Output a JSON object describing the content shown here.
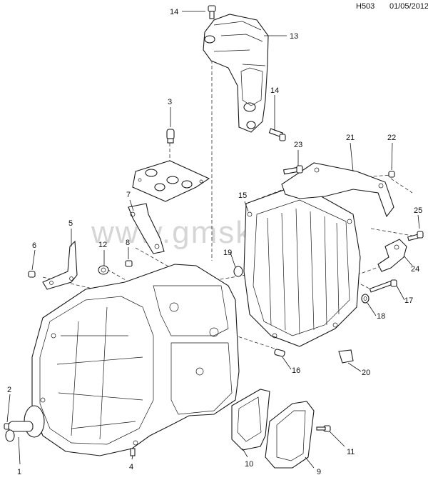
{
  "header": {
    "code": "H503",
    "date": "01/05/2012"
  },
  "watermark": "www.gmsk...",
  "callouts": [
    {
      "n": "1"
    },
    {
      "n": "2"
    },
    {
      "n": "3"
    },
    {
      "n": "4"
    },
    {
      "n": "5"
    },
    {
      "n": "6"
    },
    {
      "n": "7"
    },
    {
      "n": "8"
    },
    {
      "n": "9"
    },
    {
      "n": "10"
    },
    {
      "n": "11"
    },
    {
      "n": "12"
    },
    {
      "n": "13"
    },
    {
      "n": "14"
    },
    {
      "n": "14"
    },
    {
      "n": "15"
    },
    {
      "n": "16"
    },
    {
      "n": "17"
    },
    {
      "n": "18"
    },
    {
      "n": "19"
    },
    {
      "n": "20"
    },
    {
      "n": "21"
    },
    {
      "n": "22"
    },
    {
      "n": "23"
    },
    {
      "n": "24"
    },
    {
      "n": "25"
    }
  ]
}
